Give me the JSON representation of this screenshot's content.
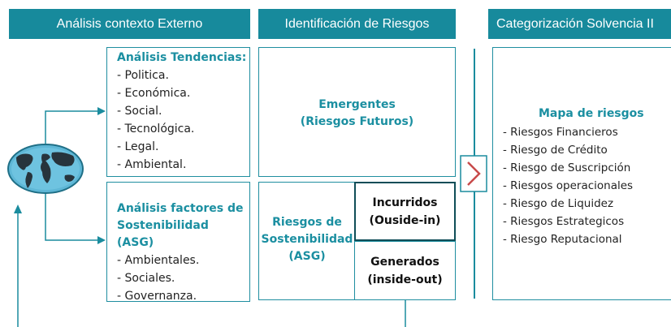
{
  "headers": {
    "externo": "Análisis contexto Externo",
    "identificacion": "Identificación de Riesgos",
    "categorizacion": "Categorización Solvencia II"
  },
  "tendencias": {
    "title": "Análisis Tendencias:",
    "items": [
      "- Politica.",
      "- Económica.",
      "- Social.",
      "- Tecnológica.",
      "- Legal.",
      "- Ambiental."
    ]
  },
  "sostenibilidad": {
    "title_line1": "Análisis factores de",
    "title_line2": "Sostenibilidad (ASG)",
    "items": [
      "- Ambientales.",
      "- Sociales.",
      "- Governanza."
    ]
  },
  "emergentes": {
    "line1": "Emergentes",
    "line2": "(Riesgos Futuros)"
  },
  "riesgos_sostenibilidad": {
    "line1": "Riesgos de",
    "line2": "Sostenibilidad",
    "line3": "(ASG)"
  },
  "incurridos": {
    "line1": "Incurridos",
    "line2": "(Ouside-in)"
  },
  "generados": {
    "line1": "Generados",
    "line2": "(inside-out)"
  },
  "mapa": {
    "title": "Mapa de riesgos",
    "items": [
      "- Riesgos Financieros",
      "- Riesgo de Crédito",
      "- Riesgo de Suscripción",
      "- Riesgos operacionales",
      "- Riesgo de Liquidez",
      "- Riesgos Estrategicos",
      "- Riesgo Reputacional"
    ]
  },
  "colors": {
    "teal": "#178a9c",
    "text_teal": "#1b8fa1",
    "chevron": "#c84a4a"
  },
  "icons": {
    "globe": "globe-icon",
    "chevron": "chevron-right-icon"
  }
}
